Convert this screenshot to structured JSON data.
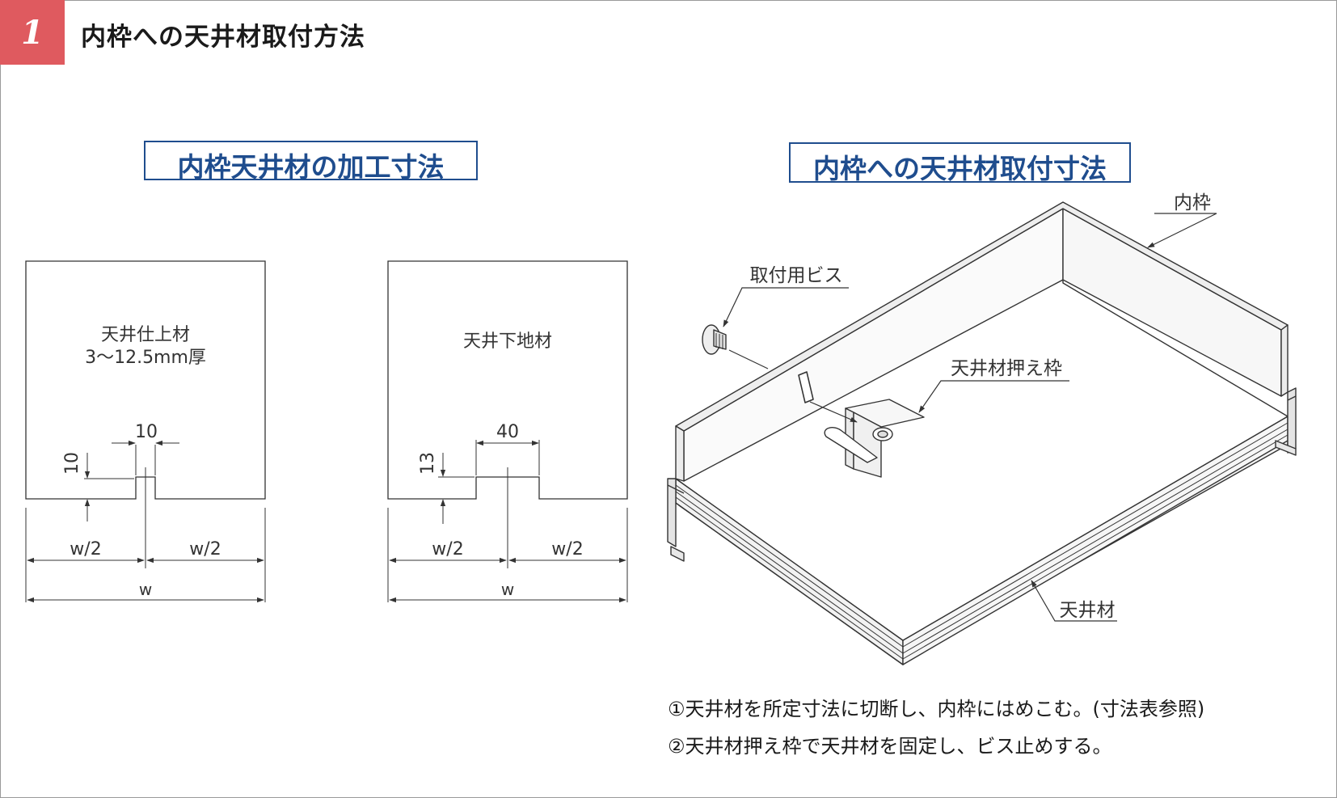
{
  "header": {
    "number": "1",
    "title": "内枠への天井材取付方法"
  },
  "sections": {
    "left_title": "内枠天井材の加工寸法",
    "right_title": "内枠への天井材取付寸法"
  },
  "panel_a": {
    "label_line1": "天井仕上材",
    "label_line2": "3〜12.5mm厚",
    "notch_width": "10",
    "notch_depth": "10",
    "half_left": "w/2",
    "half_right": "w/2",
    "total": "w"
  },
  "panel_b": {
    "label": "天井下地材",
    "notch_width": "40",
    "notch_depth": "13",
    "half_left": "w/2",
    "half_right": "w/2",
    "total": "w"
  },
  "iso": {
    "label_inner_frame": "内枠",
    "label_screw": "取付用ビス",
    "label_clamp": "天井材押え枠",
    "label_ceiling": "天井材"
  },
  "notes": [
    "①天井材を所定寸法に切断し、内枠にはめこむ。(寸法表参照)",
    "②天井材押え枠で天井材を固定し、ビス止めする。"
  ],
  "colors": {
    "badge": "#df5a5f",
    "section_border": "#1f4d8e",
    "line": "#333333"
  }
}
